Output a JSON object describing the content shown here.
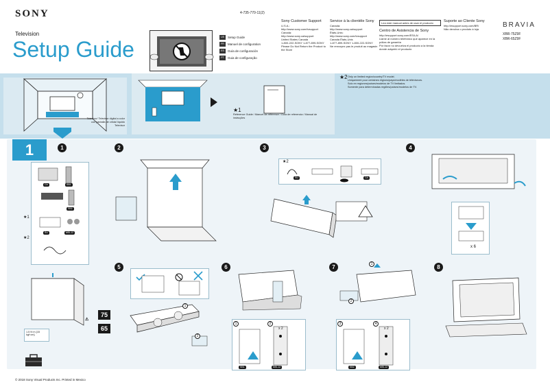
{
  "header": {
    "brand": "SONY",
    "part_number": "4-735-770-11(2)",
    "product_type": "Television",
    "title": "Setup Guide",
    "languages": [
      {
        "code": "US",
        "label": "Setup Guide"
      },
      {
        "code": "FR",
        "label": "Manuel de configuration"
      },
      {
        "code": "ES",
        "label": "Guía de configuración"
      },
      {
        "code": "PT",
        "label": "Guia de configuração"
      }
    ],
    "series": "BRAVIA",
    "models": [
      "XBR-75Z9F",
      "XBR-65Z9F"
    ]
  },
  "support": {
    "us": {
      "title": "Sony Customer Support",
      "lines": [
        "U.S.A.:",
        "http://www.sony.com/tvsupport",
        "Canada:",
        "http://www.sony.ca/support",
        "United States   Canada",
        "1-800-222-SONY   1-877-899-SONY",
        "Please Do Not Return the Product to the Store"
      ]
    },
    "fr": {
      "title": "Service à la clientèle Sony",
      "lines": [
        "Canada:",
        "http://www.sony.ca/support",
        "États-Unis:",
        "http://www.sony.com/tvsupport",
        "Canada   États-Unis",
        "1-877-899-SONY   1-800-222-SONY",
        "Ne renvoyez pas le produit au magasin"
      ]
    },
    "es": {
      "notice": "Lea este manual antes de usar el producto",
      "title": "Centro de Asistencia de Sony",
      "lines": [
        "http://esupport.sony.com/ES/LA/",
        "Llame al número telefónico que aparece en la póliza de garantía",
        "Por favor no devuelva el producto a la tienda donde adquirió el producto"
      ]
    },
    "pt": {
      "title": "Suporte ao Cliente Sony",
      "lines": [
        "http://esupport.sony.com/BR/",
        "Não devolva o produto à loja"
      ]
    }
  },
  "intro": {
    "tv_caption": "Televisor/ Televisor digital a color con pantalla de cristal líquido Televisor",
    "star1_mark": "★1",
    "star1_text": "Reference Guide / Manuel de référence / Guía de referencia / Manual de instruções",
    "star2_mark": "★2",
    "star2_notes": [
      "Only on limited region/country/TV model.",
      "Uniquement pour certaines régions/pays/modèles de téléviseurs.",
      "Solo en regiones/países/modelos de TV limitados.",
      "Somente para determinadas regiões/países/modelos de TV."
    ]
  },
  "steps": {
    "main_number": "1",
    "numbers": [
      "1",
      "2",
      "3",
      "4",
      "5",
      "6",
      "7",
      "8"
    ],
    "parts_tags": [
      "SU",
      "SB1",
      "SB2",
      "MSL12",
      "CA"
    ],
    "size_badges": [
      "75",
      "65"
    ],
    "screw_note": "1.5 N·m {15 kgf·cm}",
    "count_x6": "x 6",
    "count_x2": "x 2",
    "sub_numbers": [
      "1",
      "2",
      "3",
      "4"
    ],
    "star1_mark": "★1",
    "star2_mark": "★2"
  },
  "footer": {
    "copyright": "© 2018 Sony Visual Products Inc.   Printed in Mexico"
  },
  "colors": {
    "accent": "#2a9ccc",
    "band": "#c5dfec",
    "panel": "#dbeaf2"
  }
}
